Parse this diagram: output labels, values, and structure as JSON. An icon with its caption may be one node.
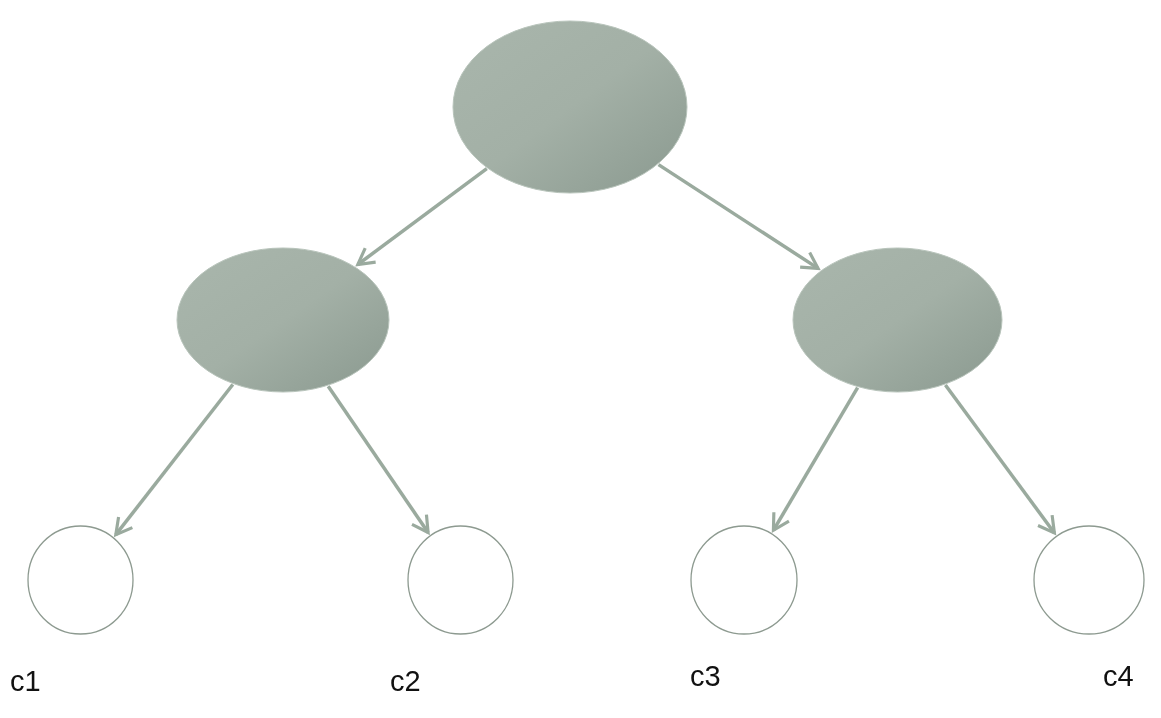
{
  "diagram": {
    "nodes": [
      {
        "text": [],
        "shape": "circle"
      },
      {
        "text": [],
        "shape": "circle"
      },
      {
        "text": [],
        "shape": "circle"
      },
      {
        "text": [],
        "shape": "circle",
        "beside": [
          "c1"
        ]
      },
      {
        "text": [],
        "shape": "circle",
        "beside": [
          "c2"
        ]
      },
      {
        "text": [],
        "shape": "circle",
        "beside": [
          "c3"
        ]
      },
      {
        "text": [],
        "shape": "circle",
        "beside": [
          "c4"
        ]
      }
    ],
    "edges": [
      {
        "from": 0,
        "to": 1,
        "arrow": "to"
      },
      {
        "from": 0,
        "to": 2,
        "arrow": "to"
      },
      {
        "from": 1,
        "to": 3,
        "arrow": "to"
      },
      {
        "from": 1,
        "to": 4,
        "arrow": "to"
      },
      {
        "from": 2,
        "to": 5,
        "arrow": "to"
      },
      {
        "from": 2,
        "to": 6,
        "arrow": "to"
      }
    ]
  }
}
